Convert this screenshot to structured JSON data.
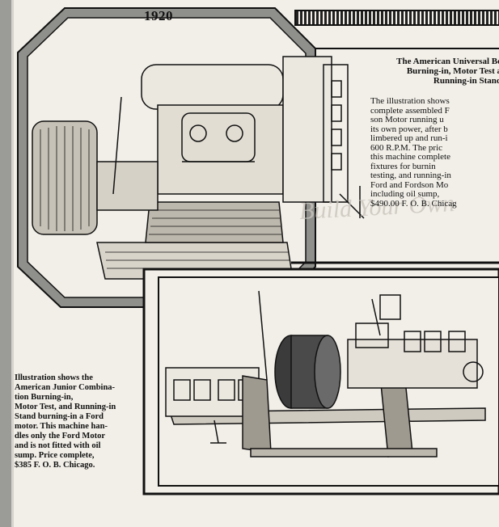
{
  "page": {
    "year": "1920",
    "top_title": "The American Universal Be\nBurning-in, Motor Test a\nRunning-in Stand",
    "top_description": "The illustration shows\ncomplete assembled F\nson Motor running u\nits own power, after b\nlimbered up and run-i\n600 R.P.M. The pric\nthis machine complete\nfixtures for burnin\ntesting, and running-in\nFord and Fordson Mo\nincluding oil sump,\n$490.00 F. O. B. Chicag",
    "lower_caption": "Illustration shows the\nAmerican Junior Combina-\ntion Burning-in,\nMotor Test, and Running-in\nStand burning-in a Ford\nmotor. This machine han-\ndles only the Ford Motor\nand is not fitted with oil\nsump. Price complete,\n$385 F. O. B. Chicago."
  },
  "colors": {
    "paper": "#f2efe8",
    "ink": "#111111",
    "frame_gray": "#8f8f8b"
  }
}
